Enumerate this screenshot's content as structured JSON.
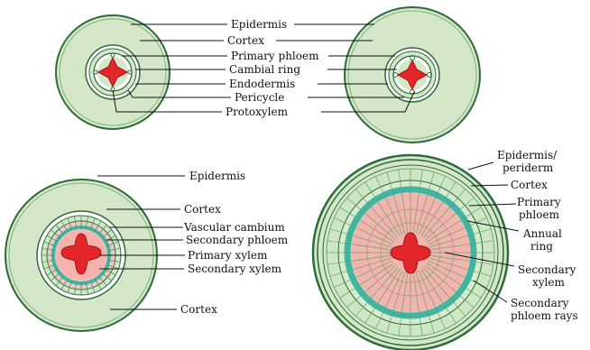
{
  "labels": {
    "epidermis_top": "Epidermis",
    "cortex_top": "Cortex",
    "primary_phloem_top": "Primary phloem",
    "cambial_ring": "Cambial ring",
    "endodermis": "Endodermis",
    "pericycle": "Pericycle",
    "protoxylem": "Protoxylem",
    "epidermis_bl": "Epidermis",
    "cortex_bl_top": "Cortex",
    "vascular_cambium": "Vascular cambium",
    "secondary_phloem": "Secondary phloem",
    "primary_xylem": "Primary xylem",
    "secondary_xylem_bl": "Secondary xylem",
    "cortex_bl_bottom": "Cortex",
    "epidermis_periderm_1": "Epidermis/",
    "epidermis_periderm_2": "periderm",
    "cortex_br": "Cortex",
    "primary_phloem_br_1": "Primary",
    "primary_phloem_br_2": "phloem",
    "annual_ring_1": "Annual",
    "annual_ring_2": "ring",
    "secondary_xylem_br_1": "Secondary",
    "secondary_xylem_br_2": "xylem",
    "secondary_phloem_rays_1": "Secondary",
    "secondary_phloem_rays_2": "phloem rays"
  },
  "colors": {
    "cortex_fill": "#d4e8c9",
    "ring_green": "#3f9a5a",
    "teal_cambium": "#45b3a3",
    "xylem_pink": "#f3b4b0",
    "xylem_red": "#e2262a",
    "outline": "#2d6b3a"
  }
}
